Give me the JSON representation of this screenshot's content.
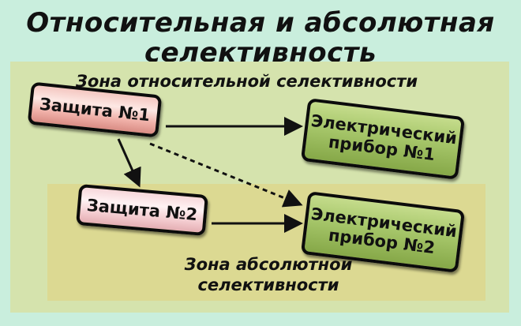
{
  "title": {
    "line1": "Относительная и абсолютная",
    "line2": "селективность"
  },
  "zones": {
    "relative": {
      "label": "Зона относительной селективности",
      "color": "#d5e3ad"
    },
    "absolute": {
      "label_line1": "Зона абсолютной",
      "label_line2": "селективности",
      "color": "#dcd992"
    }
  },
  "nodes": {
    "protection1": {
      "label": "Защита №1",
      "color": "#f0b0a8"
    },
    "protection2": {
      "label": "Защита №2",
      "color": "#f2c8cc"
    },
    "device1": {
      "label_line1": "Электрический",
      "label_line2": "прибор №1",
      "color": "#a8c86c"
    },
    "device2": {
      "label_line1": "Электрический",
      "label_line2": "прибор №2",
      "color": "#a8c86c"
    }
  },
  "edges": [
    {
      "from": "protection1",
      "to": "device1",
      "style": "solid"
    },
    {
      "from": "protection1",
      "to": "protection2",
      "style": "solid"
    },
    {
      "from": "protection1",
      "to": "device2",
      "style": "dashed"
    },
    {
      "from": "protection2",
      "to": "device2",
      "style": "solid"
    }
  ],
  "background_color": "#c9eedd"
}
